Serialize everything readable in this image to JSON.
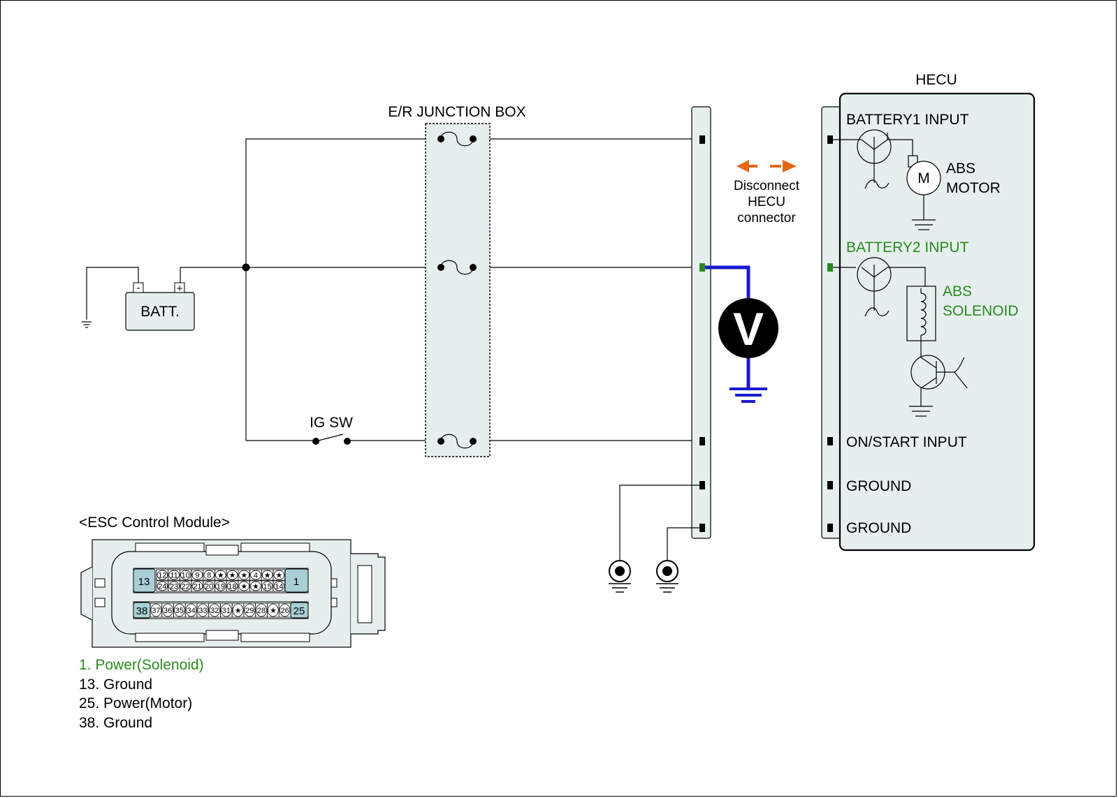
{
  "labels": {
    "junction_box": "E/R JUNCTION BOX",
    "hecu": "HECU",
    "battery": "BATT.",
    "ig_sw": "IG SW",
    "disconnect_line1": "Disconnect",
    "disconnect_line2": "HECU",
    "disconnect_line3": "connector",
    "voltmeter": "V",
    "battery_minus": "-",
    "battery_plus": "+",
    "motor_symbol": "M"
  },
  "hecu_terminals": {
    "battery1_input": "BATTERY1 INPUT",
    "abs_motor_line1": "ABS",
    "abs_motor_line2": "MOTOR",
    "battery2_input": "BATTERY2 INPUT",
    "abs_solenoid_line1": "ABS",
    "abs_solenoid_line2": "SOLENOID",
    "on_start_input": "ON/START INPUT",
    "ground1": "GROUND",
    "ground2": "GROUND"
  },
  "connector": {
    "title": "<ESC Control Module>",
    "row1_pins": [
      "12",
      "11",
      "10",
      "9",
      "8",
      "★",
      "★",
      "★",
      "4",
      "★",
      "★"
    ],
    "row2_pins": [
      "24",
      "23",
      "22",
      "21",
      "20",
      "19",
      "18",
      "★",
      "★",
      "15",
      "14"
    ],
    "row3_pins": [
      "37",
      "36",
      "35",
      "34",
      "33",
      "32",
      "31",
      "★",
      "29",
      "28",
      "★",
      "26"
    ],
    "big_pins": {
      "p13": "13",
      "p1": "1",
      "p38": "38",
      "p25": "25"
    }
  },
  "legend": [
    {
      "text": "1. Power(Solenoid)",
      "highlight": true
    },
    {
      "text": "13. Ground",
      "highlight": false
    },
    {
      "text": "25. Power(Motor)",
      "highlight": false
    },
    {
      "text": "38. Ground",
      "highlight": false
    }
  ],
  "colors": {
    "highlight_green": "#2a8a1e",
    "probe_wire_blue": "#1a1ad0",
    "arrow_orange": "#e8661a",
    "panel_fill": "#e6eeee"
  }
}
